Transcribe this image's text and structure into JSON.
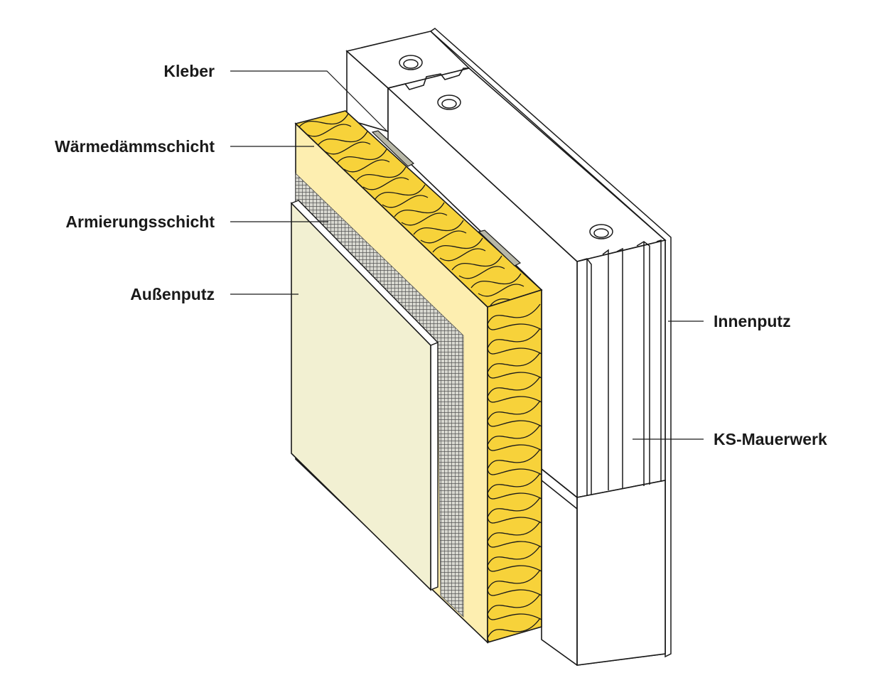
{
  "labels": {
    "kleber": "Kleber",
    "waermedaemmschicht": "Wärmedämmschicht",
    "armierungsschicht": "Armierungsschicht",
    "aussenputz": "Außenputz",
    "innenputz": "Innenputz",
    "ks_mauerwerk": "KS-Mauerwerk"
  },
  "colors": {
    "insulation": "#f7d23a",
    "insulation_face": "#fdeeb0",
    "render": "#f2f0d2",
    "mesh": "#6e6e6e",
    "masonry": "#ffffff",
    "outline": "#1a1a1a",
    "adhesive": "#b8b8a8"
  }
}
